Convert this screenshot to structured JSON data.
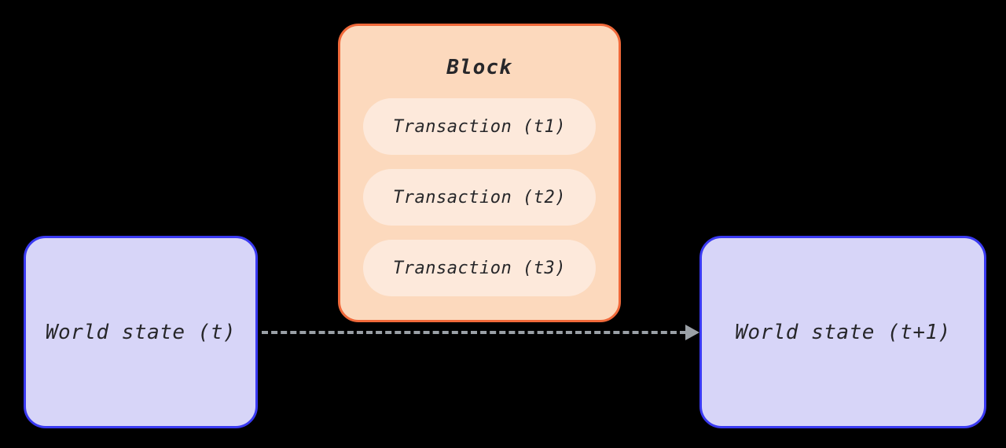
{
  "diagram": {
    "block": {
      "title": "Block",
      "transactions": [
        "Transaction (t1)",
        "Transaction (t2)",
        "Transaction (t3)"
      ]
    },
    "world_state_left": {
      "label": "World state (t)"
    },
    "world_state_right": {
      "label": "World state (t+1)"
    },
    "colors": {
      "background": "#000000",
      "block_fill": "#fcd9bd",
      "block_border": "#f0693a",
      "transaction_fill": "#fde9db",
      "state_fill": "#d7d5f8",
      "state_border": "#3a3af2",
      "text": "#27272a",
      "arrow": "#9aa0a6"
    }
  }
}
